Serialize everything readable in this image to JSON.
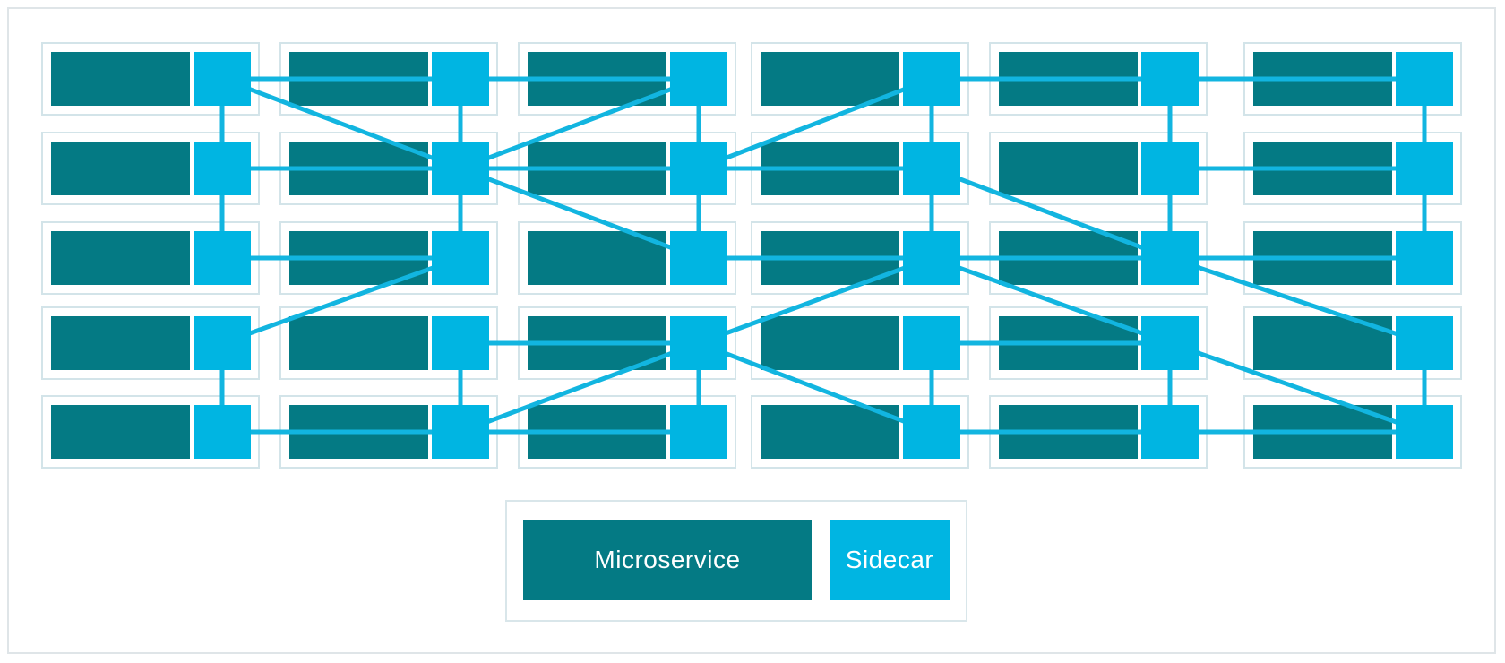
{
  "colors": {
    "microservice": "#047a84",
    "sidecar": "#00b5e2",
    "pod_border": "#d3e4e9",
    "link": "#12b5e0",
    "frame": "#dfe5e8"
  },
  "legend": {
    "microservice_label": "Microservice",
    "sidecar_label": "Sidecar"
  },
  "grid": {
    "rows": 5,
    "columns": 6
  },
  "links": [
    [
      [
        0,
        0
      ],
      [
        0,
        1
      ]
    ],
    [
      [
        0,
        1
      ],
      [
        0,
        2
      ]
    ],
    [
      [
        0,
        3
      ],
      [
        0,
        4
      ]
    ],
    [
      [
        0,
        4
      ],
      [
        0,
        5
      ]
    ],
    [
      [
        1,
        0
      ],
      [
        1,
        1
      ]
    ],
    [
      [
        1,
        1
      ],
      [
        1,
        2
      ]
    ],
    [
      [
        1,
        2
      ],
      [
        1,
        3
      ]
    ],
    [
      [
        1,
        4
      ],
      [
        1,
        5
      ]
    ],
    [
      [
        2,
        0
      ],
      [
        2,
        1
      ]
    ],
    [
      [
        2,
        2
      ],
      [
        2,
        3
      ]
    ],
    [
      [
        2,
        3
      ],
      [
        2,
        4
      ]
    ],
    [
      [
        2,
        4
      ],
      [
        2,
        5
      ]
    ],
    [
      [
        3,
        1
      ],
      [
        3,
        2
      ]
    ],
    [
      [
        3,
        3
      ],
      [
        3,
        4
      ]
    ],
    [
      [
        4,
        0
      ],
      [
        4,
        1
      ]
    ],
    [
      [
        4,
        1
      ],
      [
        4,
        2
      ]
    ],
    [
      [
        4,
        3
      ],
      [
        4,
        4
      ]
    ],
    [
      [
        4,
        4
      ],
      [
        4,
        5
      ]
    ],
    [
      [
        0,
        0
      ],
      [
        1,
        0
      ]
    ],
    [
      [
        1,
        0
      ],
      [
        2,
        0
      ]
    ],
    [
      [
        3,
        0
      ],
      [
        4,
        0
      ]
    ],
    [
      [
        0,
        1
      ],
      [
        1,
        1
      ]
    ],
    [
      [
        1,
        1
      ],
      [
        2,
        1
      ]
    ],
    [
      [
        3,
        1
      ],
      [
        4,
        1
      ]
    ],
    [
      [
        0,
        2
      ],
      [
        1,
        2
      ]
    ],
    [
      [
        1,
        2
      ],
      [
        2,
        2
      ]
    ],
    [
      [
        3,
        2
      ],
      [
        4,
        2
      ]
    ],
    [
      [
        0,
        3
      ],
      [
        1,
        3
      ]
    ],
    [
      [
        1,
        3
      ],
      [
        2,
        3
      ]
    ],
    [
      [
        3,
        3
      ],
      [
        4,
        3
      ]
    ],
    [
      [
        0,
        4
      ],
      [
        1,
        4
      ]
    ],
    [
      [
        1,
        4
      ],
      [
        2,
        4
      ]
    ],
    [
      [
        3,
        4
      ],
      [
        4,
        4
      ]
    ],
    [
      [
        0,
        5
      ],
      [
        1,
        5
      ]
    ],
    [
      [
        1,
        5
      ],
      [
        2,
        5
      ]
    ],
    [
      [
        3,
        5
      ],
      [
        4,
        5
      ]
    ],
    [
      [
        0,
        0
      ],
      [
        1,
        1
      ]
    ],
    [
      [
        1,
        1
      ],
      [
        0,
        2
      ]
    ],
    [
      [
        1,
        1
      ],
      [
        2,
        2
      ]
    ],
    [
      [
        2,
        1
      ],
      [
        3,
        0
      ]
    ],
    [
      [
        1,
        2
      ],
      [
        0,
        3
      ]
    ],
    [
      [
        1,
        3
      ],
      [
        2,
        4
      ]
    ],
    [
      [
        2,
        3
      ],
      [
        3,
        2
      ]
    ],
    [
      [
        2,
        3
      ],
      [
        3,
        4
      ]
    ],
    [
      [
        3,
        2
      ],
      [
        4,
        1
      ]
    ],
    [
      [
        3,
        2
      ],
      [
        4,
        3
      ]
    ],
    [
      [
        2,
        4
      ],
      [
        3,
        5
      ]
    ],
    [
      [
        3,
        4
      ],
      [
        4,
        5
      ]
    ]
  ]
}
